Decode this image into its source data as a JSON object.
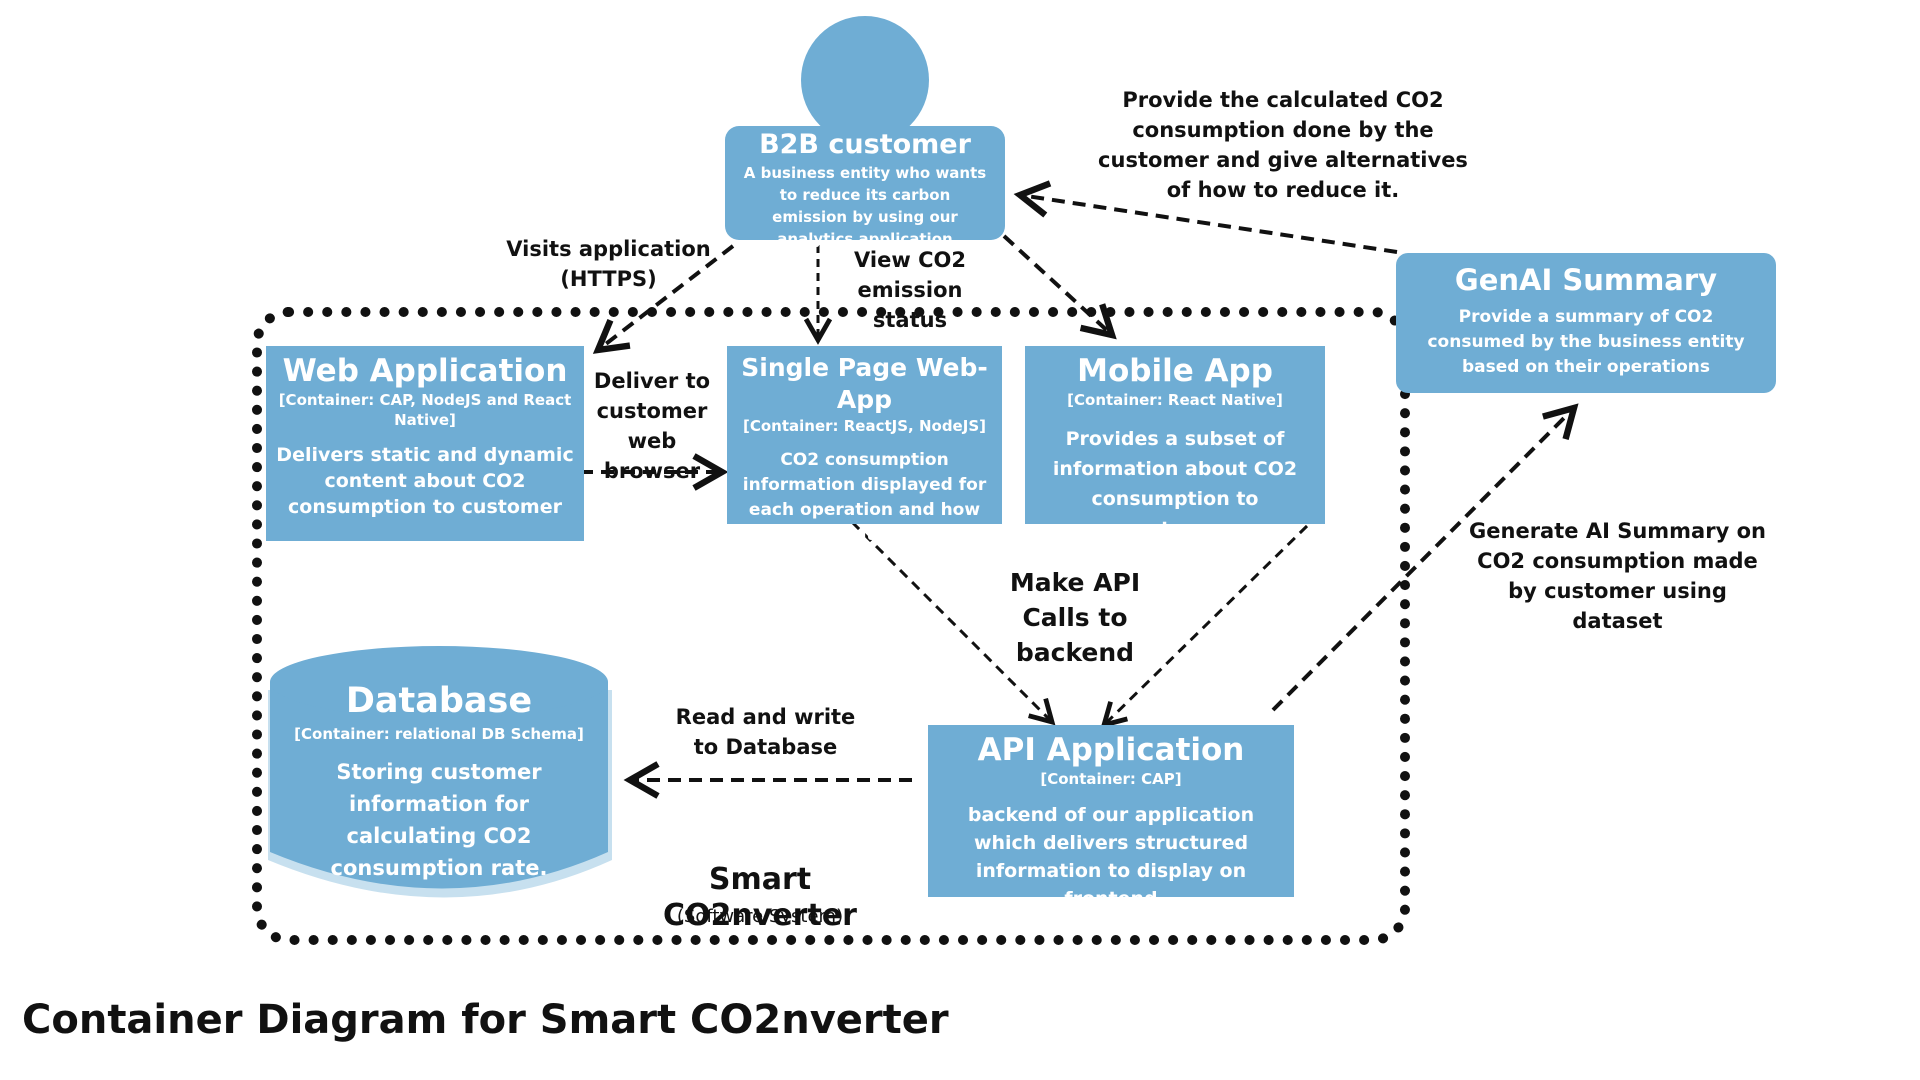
{
  "colors": {
    "container": "#6fadd4",
    "boundary": "#111111",
    "arrow": "#111111"
  },
  "diagram_title": "Container Diagram for Smart CO2nverter",
  "system": {
    "name": "Smart CO2nverter",
    "type": "(Software System)"
  },
  "person": {
    "title": "B2B customer",
    "description": "A business entity who wants to reduce its carbon emission by using our analytics application"
  },
  "containers": {
    "web_app": {
      "title": "Web Application",
      "tech": "[Container: CAP, NodeJS and React Native]",
      "description": "Delivers static and dynamic content about CO2 consumption to customer"
    },
    "spa": {
      "title": "Single Page Web-App",
      "tech": "[Container: ReactJS, NodeJS]",
      "description": "CO2 consumption information displayed for each operation and how to reduce it"
    },
    "mobile": {
      "title": "Mobile App",
      "tech": "[Container:  React Native]",
      "description": "Provides a subset of information about CO2 consumption to customer"
    },
    "api": {
      "title": "API Application",
      "tech": "[Container: CAP]",
      "description": "backend of our application which delivers structured information to display on frontend"
    },
    "database": {
      "title": "Database",
      "tech": "[Container: relational DB Schema]",
      "description": "Storing customer information for calculating CO2 consumption rate."
    }
  },
  "external": {
    "genai": {
      "title": "GenAI Summary",
      "description": "Provide a summary of CO2 consumed by the business entity based on their operations"
    }
  },
  "relationships": {
    "visits": "Visits application (HTTPS)",
    "view_status": "View CO2 emission status",
    "provide_calc": "Provide the calculated CO2 consumption done by the customer and give alternatives of how to reduce it.",
    "deliver": "Deliver to customer web browser",
    "api_calls": "Make API Calls to backend",
    "read_write": "Read and write to Database",
    "generate_ai": "Generate AI Summary on CO2 consumption made by customer using dataset"
  }
}
